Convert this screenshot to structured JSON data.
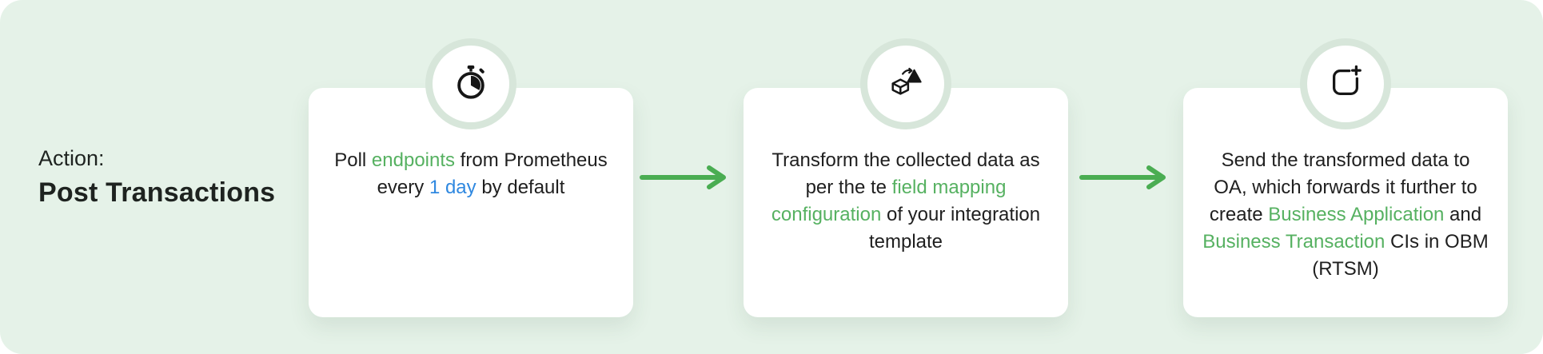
{
  "colors": {
    "background": "#e5f2e8",
    "card": "#ffffff",
    "icon_ring": "#d7e6da",
    "arrow_green": "#4aad52",
    "highlight_green": "#56b161",
    "highlight_blue": "#2f88e0",
    "text_dark": "#1f1f1f"
  },
  "action": {
    "label": "Action:",
    "title": "Post Transactions"
  },
  "steps": [
    {
      "icon": "stopwatch-icon",
      "text_segments": [
        {
          "text": "Poll "
        },
        {
          "text": "endpoints",
          "highlight": "green"
        },
        {
          "text": " from Prometheus every "
        },
        {
          "text": "1 day",
          "highlight": "blue"
        },
        {
          "text": " by default"
        }
      ]
    },
    {
      "icon": "transform-icon",
      "text_segments": [
        {
          "text": "Transform the collected data as per the te "
        },
        {
          "text": "field mapping configuration",
          "highlight": "green"
        },
        {
          "text": " of your integration template"
        }
      ]
    },
    {
      "icon": "send-plus-icon",
      "text_segments": [
        {
          "text": "Send the transformed data to OA, which forwards it further to create "
        },
        {
          "text": "Business Application",
          "highlight": "green"
        },
        {
          "text": " and "
        },
        {
          "text": "Business Transaction",
          "highlight": "green"
        },
        {
          "text": " CIs in OBM (RTSM)"
        }
      ]
    }
  ]
}
